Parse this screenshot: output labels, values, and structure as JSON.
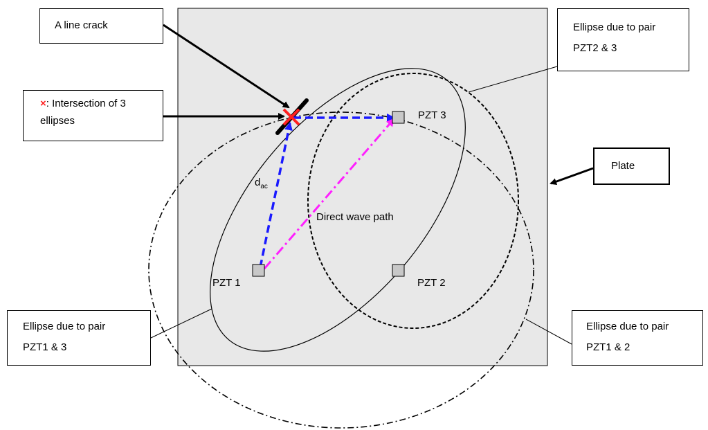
{
  "diagram": {
    "plate": {
      "fill": "#e8e8e8"
    },
    "sensors": [
      {
        "id": "pzt1",
        "label": "PZT 1"
      },
      {
        "id": "pzt2",
        "label": "PZT 2"
      },
      {
        "id": "pzt3",
        "label": "PZT 3"
      }
    ],
    "labels": {
      "d_main": "d",
      "d_sub": "ac",
      "direct_wave": "Direct wave path"
    },
    "callouts": {
      "line_crack": "A line crack",
      "intersection_marker": "×",
      "intersection_line1": ": Intersection of 3",
      "intersection_line2": "ellipses",
      "ellipse_pzt23_line1": "Ellipse due to pair",
      "ellipse_pzt23_line2": "PZT2 & 3",
      "plate": "Plate",
      "ellipse_pzt13_line1": "Ellipse due to pair",
      "ellipse_pzt13_line2": "PZT1 & 3",
      "ellipse_pzt12_line1": "Ellipse due to pair",
      "ellipse_pzt12_line2": "PZT1 & 2"
    },
    "colors": {
      "crack_marker": "#ff2020",
      "path_to_crack": "#1a1aff",
      "direct_path": "#ff20ff",
      "sensor_fill": "#c8c8c8"
    }
  }
}
